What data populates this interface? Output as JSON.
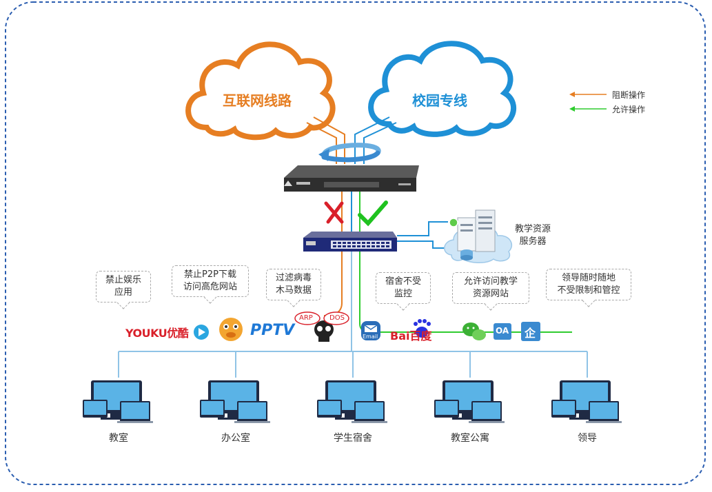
{
  "clouds": {
    "internet": {
      "label": "互联网线路"
    },
    "campus": {
      "label": "校园专线"
    }
  },
  "legend": {
    "block": {
      "label": "阻断操作",
      "color": "#e67e22"
    },
    "allow": {
      "label": "允许操作",
      "color": "#2ecc2e"
    }
  },
  "server": {
    "label_line1": "教学资源",
    "label_line2": "服务器"
  },
  "callouts": [
    {
      "line1": "禁止娱乐",
      "line2": "应用"
    },
    {
      "line1": "禁止P2P下载",
      "line2": "访问高危网站"
    },
    {
      "line1": "过滤病毒",
      "line2": "木马数据"
    },
    {
      "line1": "宿舍不受",
      "line2": "监控"
    },
    {
      "line1": "允许访问教学",
      "line2": "资源网站"
    },
    {
      "line1": "领导随时随地",
      "line2": "不受限制和管控"
    }
  ],
  "apps": {
    "youku": "YOUKU优酷",
    "pptv": "PPTV",
    "arp": "ARP",
    "dos": "DOS",
    "email": "Email",
    "baidu": "Bai百度",
    "oa": "OA",
    "qi": "企"
  },
  "endpoints": [
    {
      "label": "教室"
    },
    {
      "label": "办公室"
    },
    {
      "label": "学生宿舍"
    },
    {
      "label": "教室公寓"
    },
    {
      "label": "领导"
    }
  ],
  "colors": {
    "internet_line": "#e67e22",
    "campus_line": "#1e90d6",
    "allow_line": "#2ecc2e",
    "tree_line": "#8fc3e6",
    "border": "#2a5db0"
  }
}
